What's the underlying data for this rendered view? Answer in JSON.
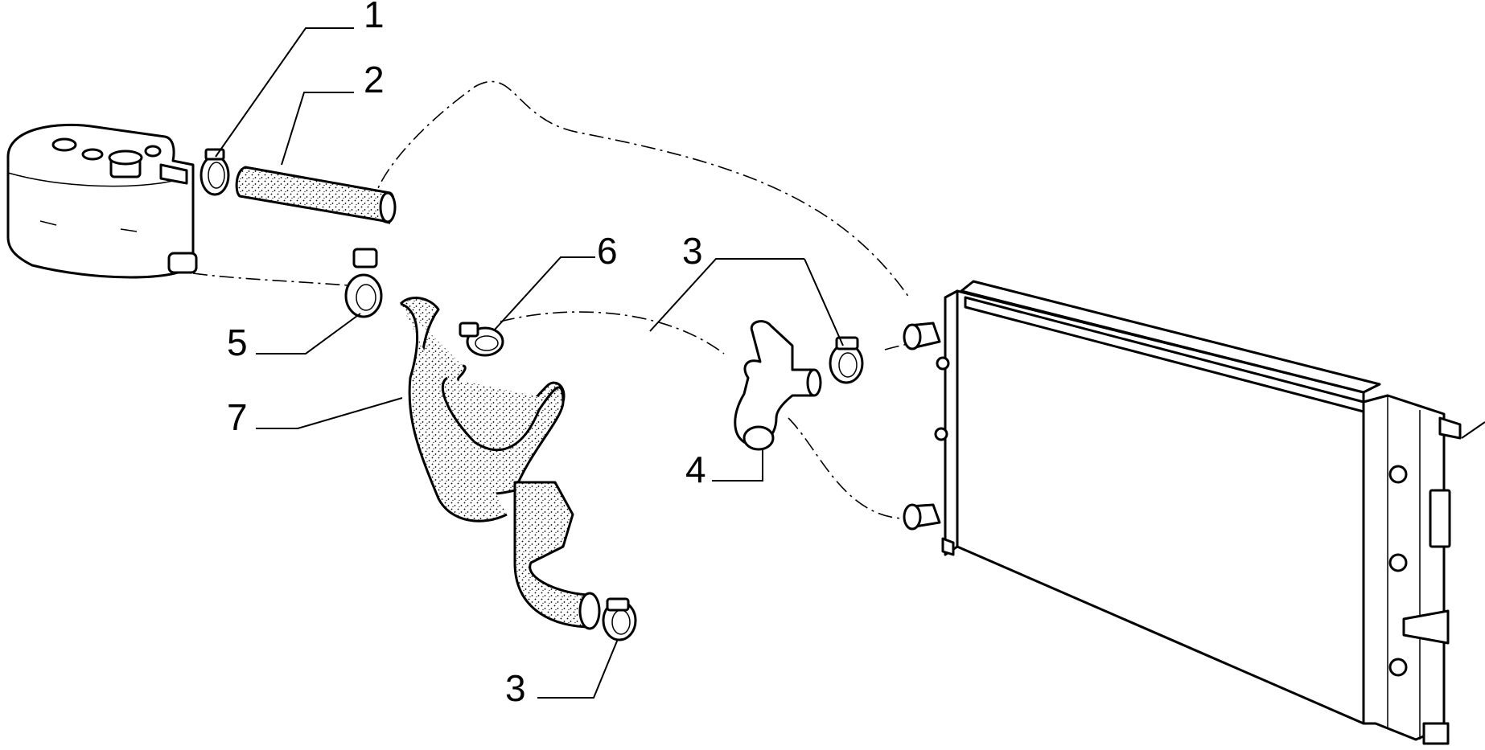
{
  "callouts": [
    {
      "id": "1",
      "label": "1",
      "part": "hose-clamp"
    },
    {
      "id": "2",
      "label": "2",
      "part": "hose"
    },
    {
      "id": "3a",
      "label": "3",
      "part": "hose-clamp"
    },
    {
      "id": "3b",
      "label": "3",
      "part": "hose-clamp"
    },
    {
      "id": "4",
      "label": "4",
      "part": "pipe-union"
    },
    {
      "id": "5",
      "label": "5",
      "part": "hose-clamp"
    },
    {
      "id": "6",
      "label": "6",
      "part": "hose-clamp"
    },
    {
      "id": "7",
      "label": "7",
      "part": "branched-hose"
    }
  ],
  "colors": {
    "ink": "#000000",
    "background": "#ffffff"
  }
}
